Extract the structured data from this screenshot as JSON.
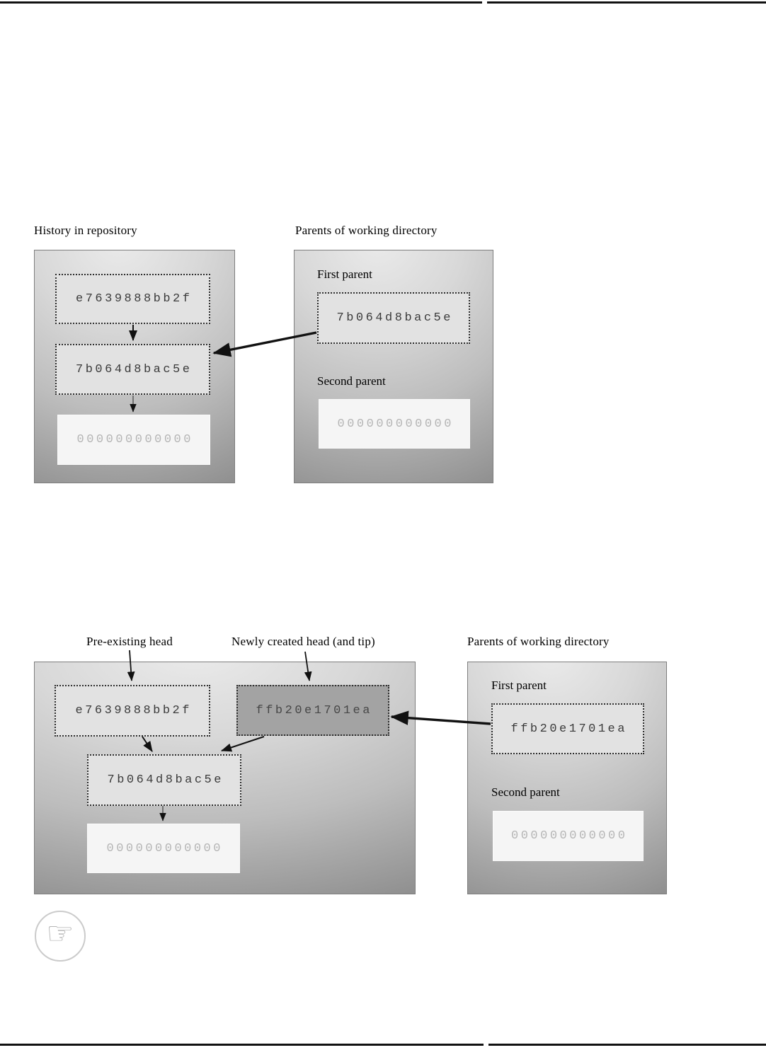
{
  "icons": {
    "note": "pointing-hand-icon",
    "note_glyph": "☞"
  },
  "colors": {
    "panel_light": "#ebebeb",
    "panel_dark": "#8d8d8d",
    "node_fill": "#e2e2e2",
    "node_dark_fill": "#a3a3a3",
    "null_node_fill": "#f5f5f5",
    "null_node_text": "#b5b5b5",
    "arrow": "#111111",
    "rule": "#111111"
  },
  "diagram1": {
    "repo_panel": {
      "title": "History in repository",
      "commits": [
        "e7639888bb2f",
        "7b064d8bac5e",
        "000000000000"
      ]
    },
    "parents_panel": {
      "title": "Parents of working directory",
      "first_parent_label": "First parent",
      "first_parent_value": "7b064d8bac5e",
      "second_parent_label": "Second parent",
      "second_parent_value": "000000000000"
    }
  },
  "diagram2": {
    "annotations": {
      "pre_existing": "Pre-existing head",
      "newly_created": "Newly created head (and tip)"
    },
    "repo_panel": {
      "commits": {
        "pre_existing_head": "e7639888bb2f",
        "new_head": "ffb20e1701ea",
        "ancestor": "7b064d8bac5e",
        "null_commit": "000000000000"
      }
    },
    "parents_panel": {
      "title": "Parents of working directory",
      "first_parent_label": "First parent",
      "first_parent_value": "ffb20e1701ea",
      "second_parent_label": "Second parent",
      "second_parent_value": "000000000000"
    }
  }
}
